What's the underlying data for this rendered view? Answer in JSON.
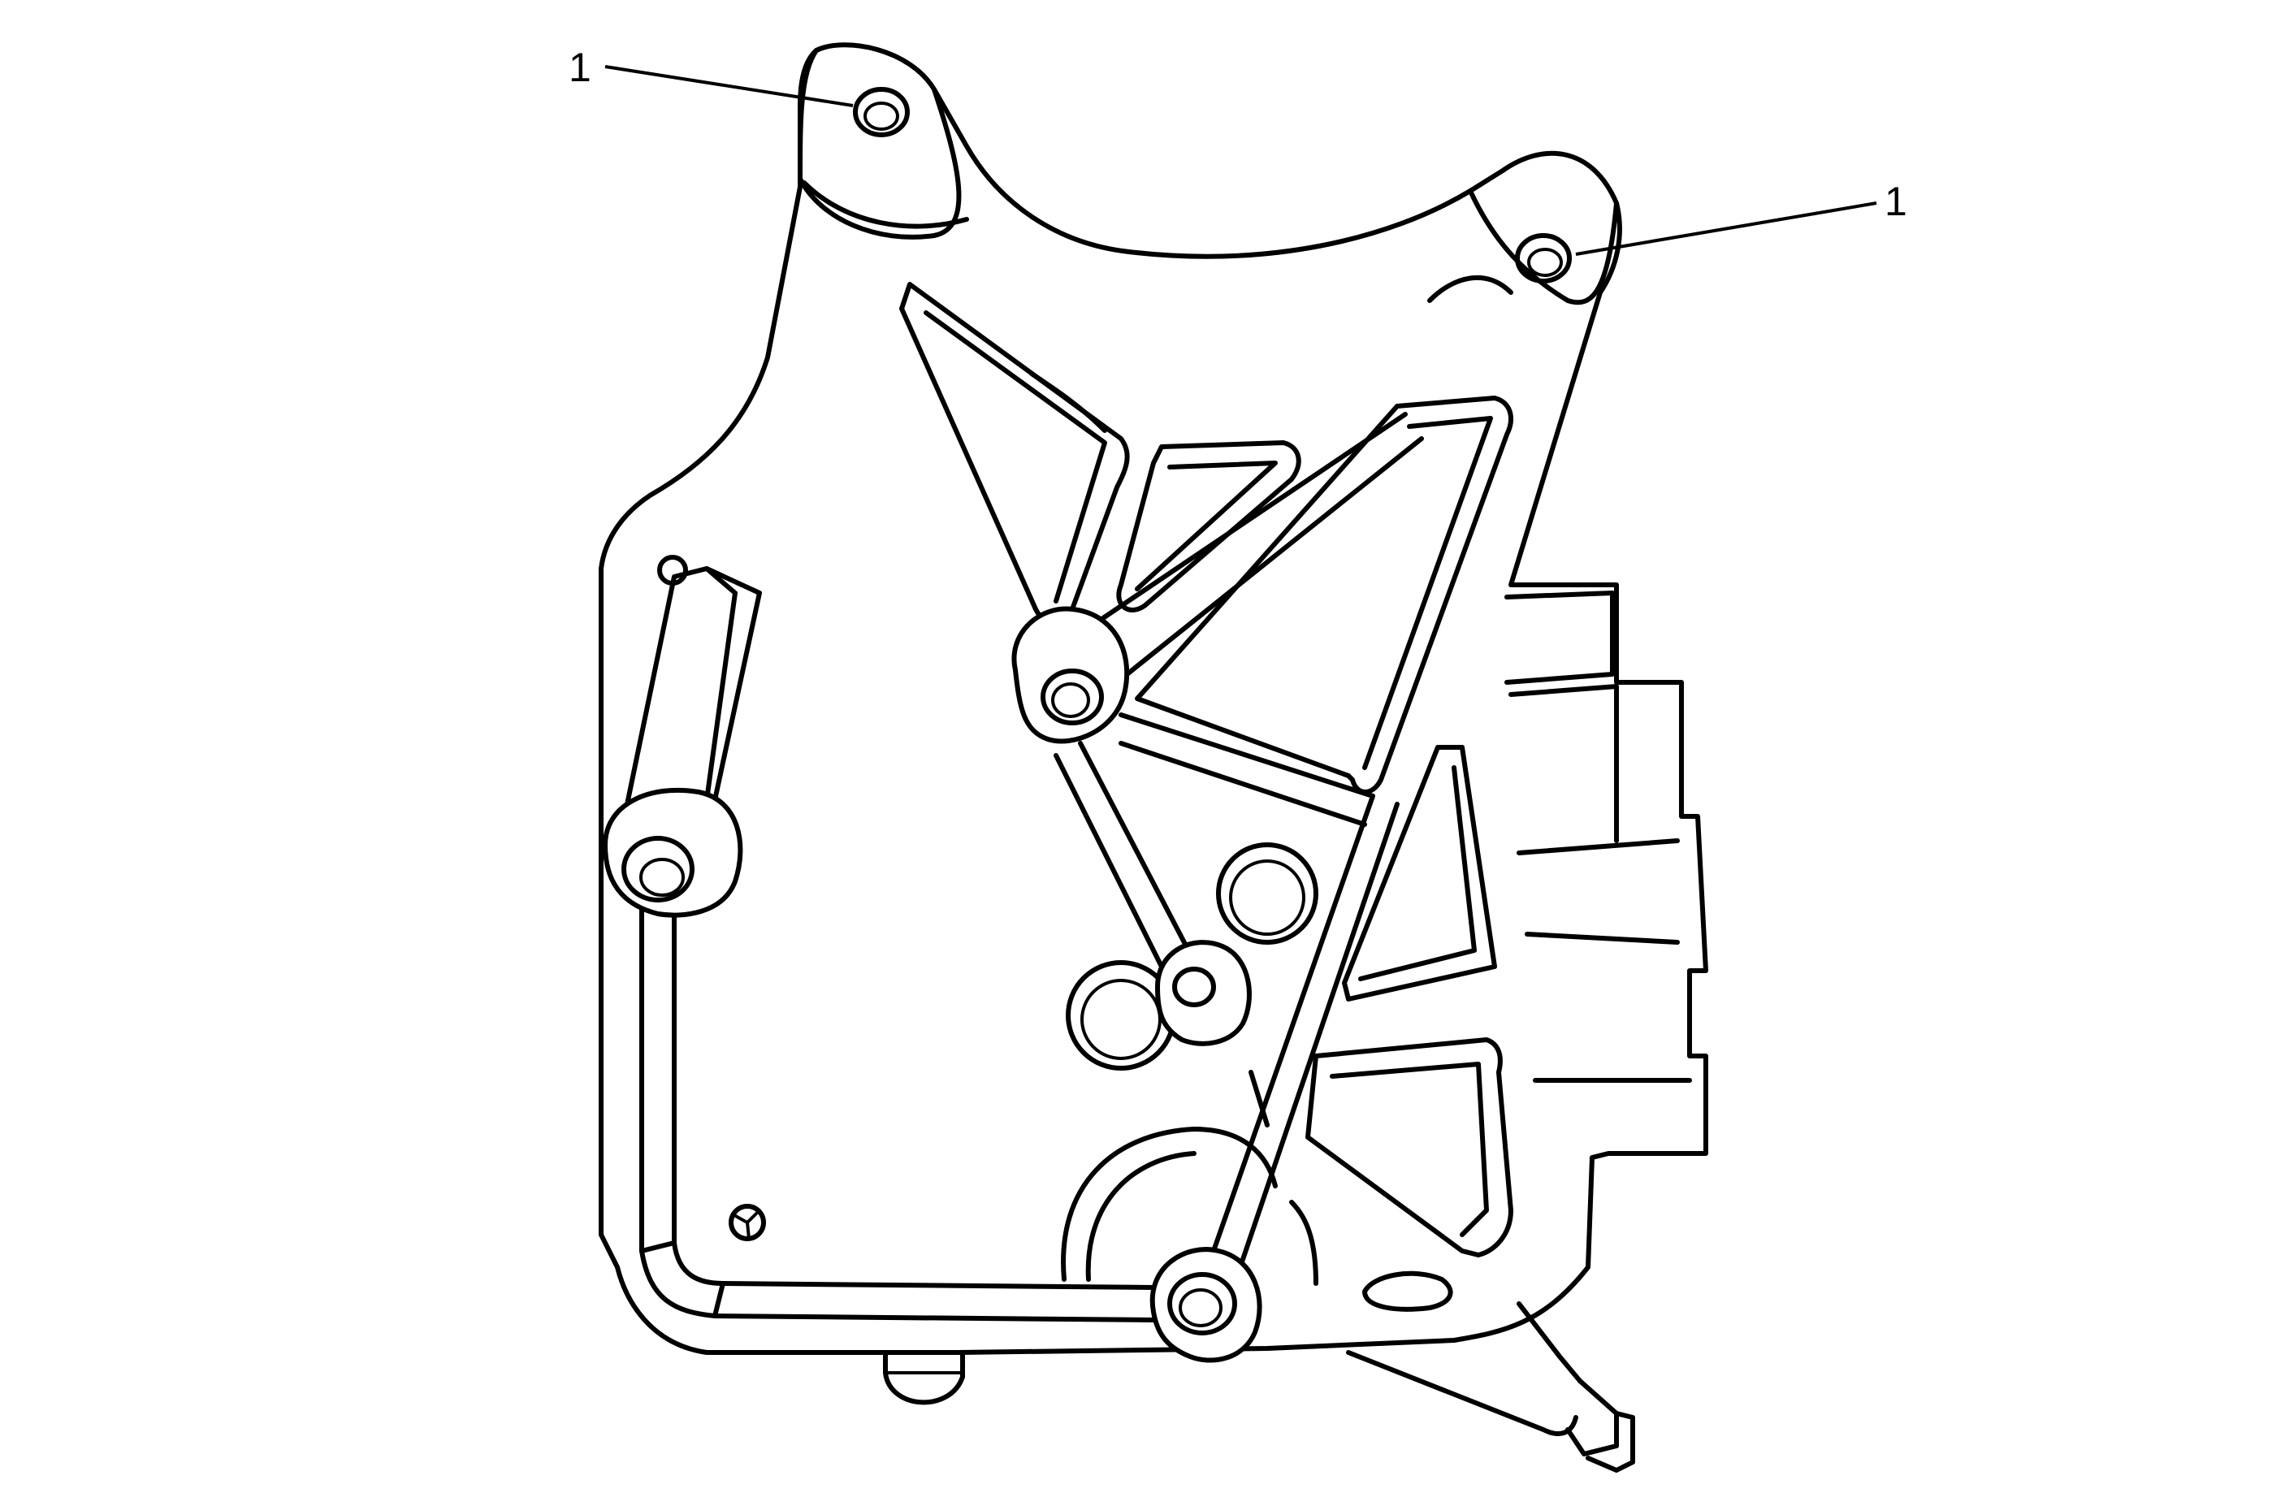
{
  "callouts": [
    {
      "label": "1",
      "target": "left-upper-mounting-hole"
    },
    {
      "label": "1",
      "target": "right-upper-mounting-hole"
    }
  ],
  "colors": {
    "line": "#000000",
    "background": "#ffffff"
  }
}
